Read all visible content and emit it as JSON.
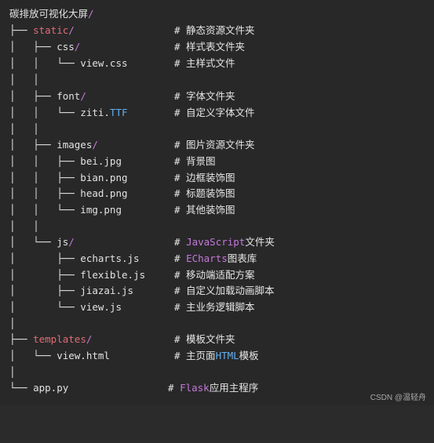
{
  "code_lines": [
    {
      "tree": "碳排放可视化大屏/",
      "comment": ""
    },
    {
      "tree": "├── static/",
      "comment": "# 静态资源文件夹"
    },
    {
      "tree": "│   ├── css/",
      "comment": "# 样式表文件夹"
    },
    {
      "tree": "│   │   └── view.css",
      "comment": "# 主样式文件"
    },
    {
      "tree": "│   │",
      "comment": ""
    },
    {
      "tree": "│   ├── font/",
      "comment": "# 字体文件夹"
    },
    {
      "tree": "│   │   └── ziti.TTF",
      "comment": "# 自定义字体文件"
    },
    {
      "tree": "│   │",
      "comment": ""
    },
    {
      "tree": "│   ├── images/",
      "comment": "# 图片资源文件夹"
    },
    {
      "tree": "│   │   ├── bei.jpg",
      "comment": "# 背景图"
    },
    {
      "tree": "│   │   ├── bian.png",
      "comment": "# 边框装饰图"
    },
    {
      "tree": "│   │   ├── head.png",
      "comment": "# 标题装饰图"
    },
    {
      "tree": "│   │   └── img.png",
      "comment": "# 其他装饰图"
    },
    {
      "tree": "│   │",
      "comment": ""
    },
    {
      "tree": "│   └── js/",
      "comment": "# JavaScript文件夹"
    },
    {
      "tree": "│       ├── echarts.js",
      "comment": "# ECharts图表库"
    },
    {
      "tree": "│       ├── flexible.js",
      "comment": "# 移动端适配方案"
    },
    {
      "tree": "│       ├── jiazai.js",
      "comment": "# 自定义加载动画脚本"
    },
    {
      "tree": "│       └── view.js",
      "comment": "# 主业务逻辑脚本"
    },
    {
      "tree": "│",
      "comment": ""
    },
    {
      "tree": "├── templates/",
      "comment": "# 模板文件夹"
    },
    {
      "tree": "│   └── view.html",
      "comment": "# 主页面HTML模板"
    },
    {
      "tree": "│",
      "comment": ""
    },
    {
      "tree": "└── app.py",
      "comment": "# Flask应用主程序"
    }
  ],
  "watermark": "CSDN @温轻舟",
  "colors": {
    "background": "#282828",
    "text": "#e6e6e6",
    "directory_keyword": "#e06c75",
    "extension": "#61afef",
    "english_comment": "#c678dd"
  }
}
